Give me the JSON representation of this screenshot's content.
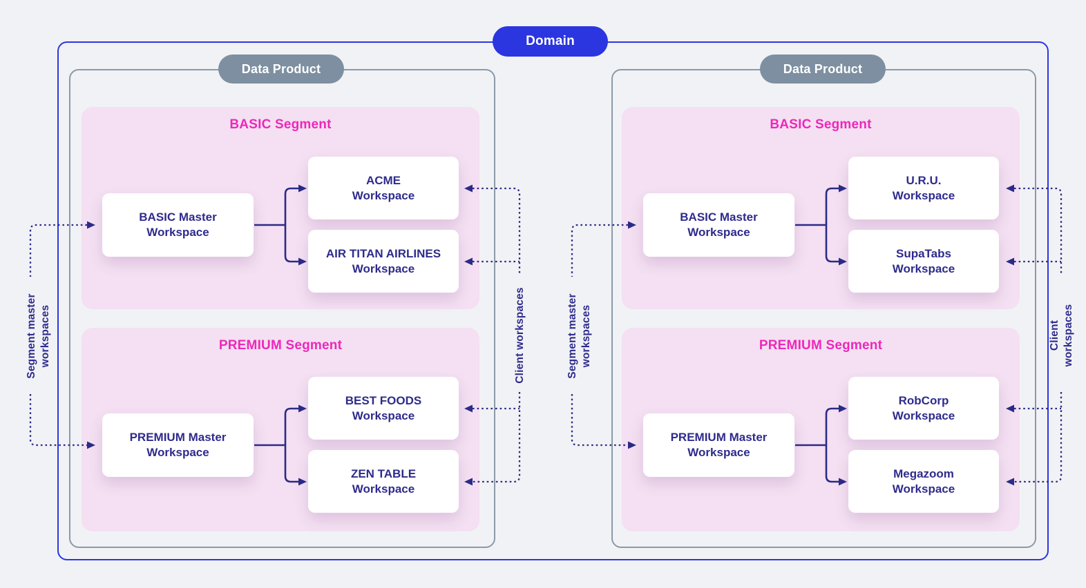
{
  "domain": {
    "label": "Domain"
  },
  "side_labels": {
    "segment_master": "Segment master\nworkspaces",
    "client": "Client workspaces"
  },
  "products": [
    {
      "label": "Data Product",
      "segments": [
        {
          "title": "BASIC Segment",
          "master": "BASIC Master\nWorkspace",
          "clients": [
            "ACME\nWorkspace",
            "AIR TITAN AIRLINES\nWorkspace"
          ]
        },
        {
          "title": "PREMIUM Segment",
          "master": "PREMIUM Master\nWorkspace",
          "clients": [
            "BEST FOODS\nWorkspace",
            "ZEN TABLE\nWorkspace"
          ]
        }
      ]
    },
    {
      "label": "Data Product",
      "segments": [
        {
          "title": "BASIC Segment",
          "master": "BASIC Master\nWorkspace",
          "clients": [
            "U.R.U.\nWorkspace",
            "SupaTabs\nWorkspace"
          ]
        },
        {
          "title": "PREMIUM Segment",
          "master": "PREMIUM Master\nWorkspace",
          "clients": [
            "RobCorp\nWorkspace",
            "Megazoom\nWorkspace"
          ]
        }
      ]
    }
  ],
  "colors": {
    "canvas_bg": "#f1f2f5",
    "domain_blue": "#2b35e0",
    "product_gray_pill": "#7d8fa0",
    "product_gray_border": "#8b99a8",
    "segment_pink_bg": "#f4e0f2",
    "segment_title_magenta": "#ed27ba",
    "workspace_text_indigo": "#2e2b8c",
    "connector_indigo": "#2b2a86",
    "box_white": "#ffffff"
  }
}
